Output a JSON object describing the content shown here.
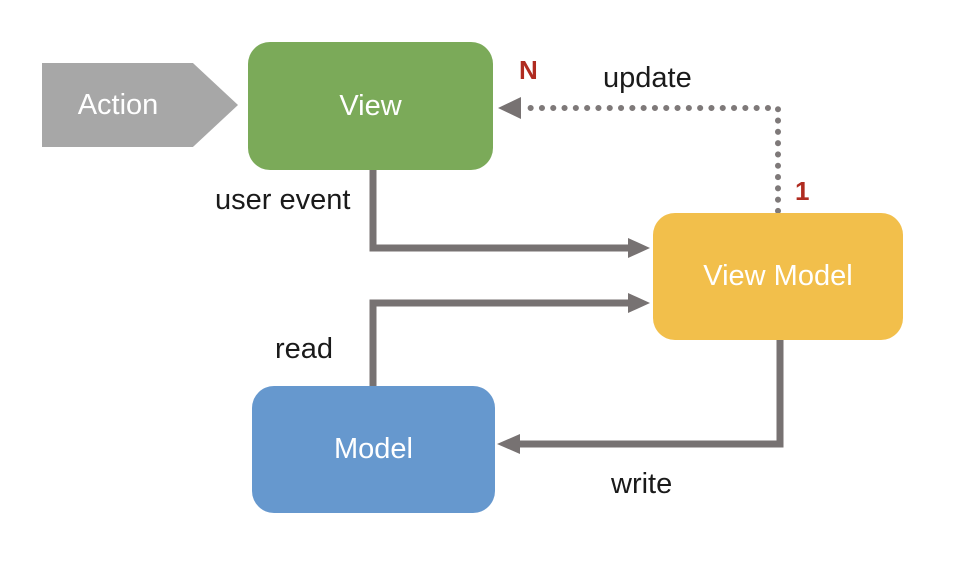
{
  "diagram": {
    "type": "mvvm-architecture-flow",
    "background_color": "#FFFFFF",
    "nodes": [
      {
        "id": "action",
        "label": "Action",
        "shape": "right-arrow-banner",
        "fill": "#A7A7A7",
        "text_color": "#FFFFFF"
      },
      {
        "id": "view",
        "label": "View",
        "shape": "rounded-rect",
        "fill": "#7BAA59",
        "text_color": "#FFFFFF"
      },
      {
        "id": "view-model",
        "label": "View Model",
        "shape": "rounded-rect",
        "fill": "#F2BF4B",
        "text_color": "#FFFFFF"
      },
      {
        "id": "model",
        "label": "Model",
        "shape": "rounded-rect",
        "fill": "#6698CE",
        "text_color": "#FFFFFF"
      }
    ],
    "edges": [
      {
        "from": "view",
        "to": "view-model",
        "label": "user event",
        "style": "solid",
        "color": "#777272"
      },
      {
        "from": "view-model",
        "to": "view",
        "label": "update",
        "style": "dotted",
        "color": "#7E7979",
        "multiplicity_at_view": "N",
        "multiplicity_at_view_model": "1",
        "multiplicity_color": "#B02B20"
      },
      {
        "from": "model",
        "to": "view-model",
        "label": "read",
        "style": "solid",
        "color": "#777272"
      },
      {
        "from": "view-model",
        "to": "model",
        "label": "write",
        "style": "solid",
        "color": "#777272"
      }
    ]
  }
}
